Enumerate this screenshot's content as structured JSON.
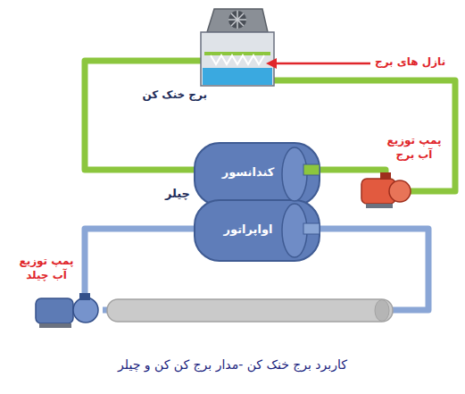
{
  "diagram": {
    "caption": "کاربرد برج خنک کن -مدار برج کن کن و چیلر",
    "nodes": [
      {
        "text": [
          "برج خنک کن"
        ]
      },
      {
        "text": [
          "چیلر"
        ]
      },
      {
        "text": [
          "کندانسور"
        ],
        "in": 1
      },
      {
        "text": [
          "اواپراتور"
        ],
        "in": 1
      },
      {
        "text": [
          "پمپ توزیع آب برج"
        ]
      },
      {
        "text": [
          "پمپ توزیع آب چیلد"
        ]
      }
    ],
    "edges": [
      {
        "from": 0,
        "to": 2,
        "arrow": "none"
      },
      {
        "from": 2,
        "to": 4,
        "arrow": "none"
      },
      {
        "from": 4,
        "to": 0,
        "arrow": "none"
      },
      {
        "from": 3,
        "to": 5,
        "arrow": "none"
      },
      {
        "from": 5,
        "to": 3,
        "arrow": "none"
      }
    ],
    "labels": [
      "نازل های برج"
    ]
  }
}
